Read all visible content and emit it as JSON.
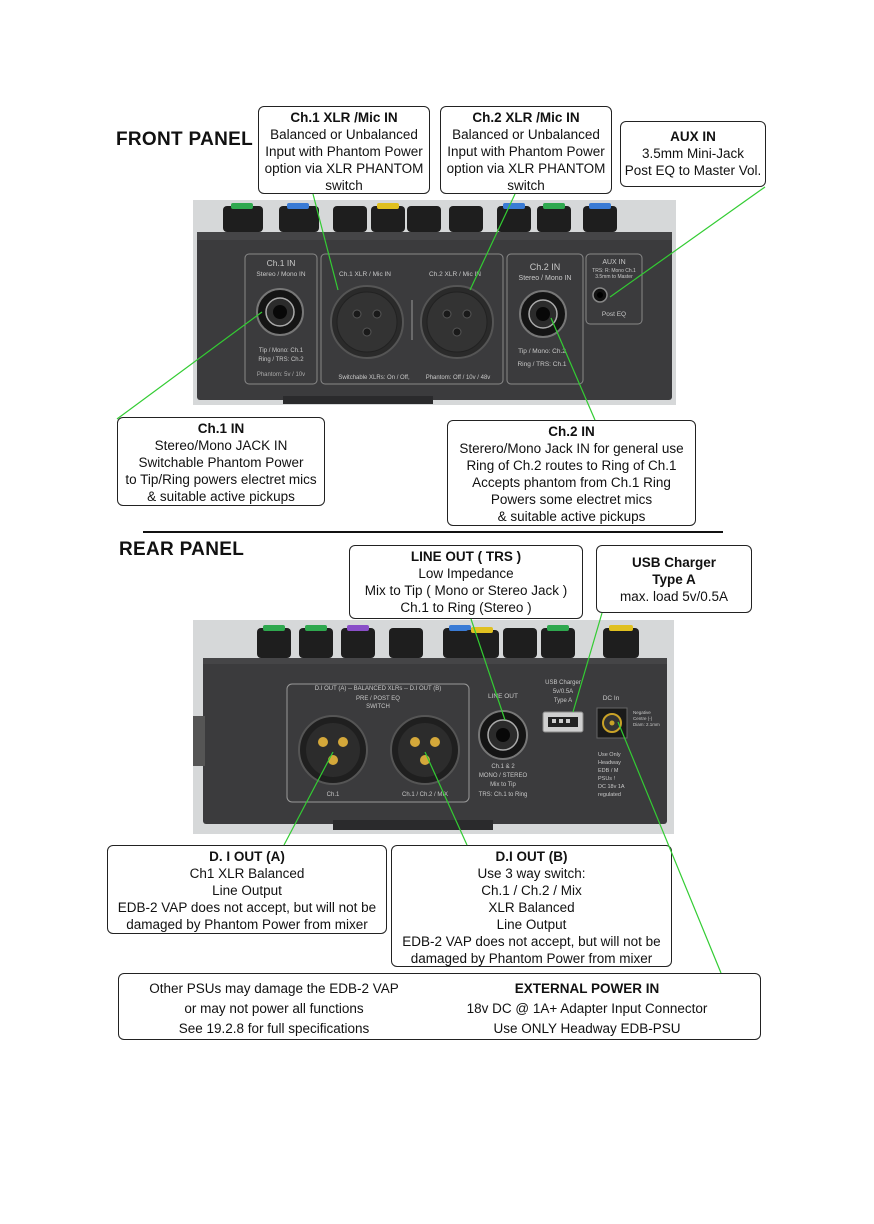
{
  "front": {
    "heading": "FRONT PANEL",
    "callouts": {
      "ch1xlr": {
        "title": "Ch.1 XLR /Mic IN",
        "lines": [
          "Balanced or Unbalanced",
          "Input with Phantom Power",
          "option via XLR PHANTOM",
          "switch"
        ]
      },
      "ch2xlr": {
        "title": "Ch.2 XLR /Mic IN",
        "lines": [
          "Balanced or Unbalanced",
          "Input with Phantom Power",
          "option via XLR PHANTOM",
          "switch"
        ]
      },
      "aux": {
        "title": "AUX IN",
        "lines": [
          "3.5mm Mini-Jack",
          "Post EQ to Master Vol."
        ]
      },
      "ch1in": {
        "title": "Ch.1 IN",
        "lines": [
          "Stereo/Mono JACK IN",
          "Switchable Phantom Power",
          "to Tip/Ring powers electret mics",
          "& suitable active pickups"
        ]
      },
      "ch2in": {
        "title": "Ch.2 IN",
        "lines": [
          "Sterero/Mono Jack IN for general use",
          "Ring of Ch.2 routes to Ring of Ch.1",
          "Accepts phantom from Ch.1 Ring",
          "Powers some electret mics",
          "& suitable active pickups"
        ]
      }
    },
    "panel_labels": {
      "ch1_in": "Ch.1 IN",
      "ch1_in_sub": "Stereo / Mono IN",
      "ch1_tip": "Tip / Mono: Ch.1",
      "ch1_ring": "Ring / TRS: Ch.2",
      "ch1_phantom": "Phantom: 5v / 10v",
      "xlr1": "Ch.1 XLR / Mic IN",
      "xlr2": "Ch.2 XLR / Mic IN",
      "xlr_switch": "Switchable XLRs: On / Off,",
      "xlr_phantom": "Phantom: Off / 10v / 48v",
      "ch2_in": "Ch.2 IN",
      "ch2_in_sub": "Stereo / Mono IN",
      "ch2_tip": "Tip / Mono: Ch.2",
      "ch2_ring": "Ring / TRS: Ch.1",
      "aux_in": "AUX IN",
      "aux_sub1": "TRS: R: Mono Ch.1",
      "aux_sub2": "3.5mm to Master",
      "aux_post": "Post EQ"
    }
  },
  "rear": {
    "heading": "REAR PANEL",
    "callouts": {
      "lineout": {
        "title": "LINE OUT ( TRS )",
        "lines": [
          "Low Impedance",
          "Mix to Tip ( Mono or Stereo Jack )",
          "Ch.1 to Ring (Stereo )"
        ]
      },
      "usb": {
        "title": "USB Charger",
        "title2": "Type A",
        "lines": [
          "max. load 5v/0.5A"
        ]
      },
      "dia": {
        "title": "D. I OUT (A)",
        "lines": [
          "Ch1 XLR Balanced",
          "Line Output",
          "EDB-2 VAP does not accept, but will not be",
          "damaged by Phantom Power from mixer"
        ]
      },
      "dib": {
        "title": "D.I  OUT (B)",
        "lines": [
          "Use 3 way switch:",
          "Ch.1 / Ch.2 / Mix",
          "XLR Balanced",
          "Line Output",
          "EDB-2 VAP does not accept, but will not be",
          "damaged by Phantom Power from mixer"
        ]
      },
      "power_left": {
        "lines": [
          "Other PSUs may damage the EDB-2 VAP",
          "or may not power all functions",
          "See 19.2.8 for full specifications"
        ]
      },
      "power_right": {
        "title": "EXTERNAL POWER IN",
        "lines": [
          "18v DC @ 1A+  Adapter Input Connector",
          "Use ONLY Headway EDB-PSU"
        ]
      }
    },
    "panel_labels": {
      "di_header": "D.I OUT (A) -- BALANCED  XLRs -- D.I OUT (B)",
      "di_sub1": "PRE / POST EQ",
      "di_sub2": "SWITCH",
      "xlr_a": "Ch.1",
      "xlr_b": "Ch.1 / Ch.2 / MIX",
      "line_out": "LINE OUT",
      "line_sub1": "Ch.1 & 2",
      "line_sub2": "MONO / STEREO",
      "line_sub3": "Mix to Tip",
      "line_sub4": "TRS: Ch.1 to Ring",
      "usb1": "USB Charger",
      "usb2": "5v/0.5A",
      "usb3": "Type A",
      "dc_in": "DC In",
      "dc_neg": "Negative",
      "dc_centre": "Centre (-)",
      "dc_diam": "Diam: 2.1mm",
      "dc_1": "Use Only",
      "dc_2": "Headway",
      "dc_3": "EDB / M",
      "dc_4": "PSUs !",
      "dc_5": "DC 18v 1A",
      "dc_6": "regulated"
    }
  },
  "colors": {
    "leader_line": "#33cc33",
    "panel": "#3b3b3d",
    "panel_dark": "#2a2a2c",
    "backdrop": "#d6d8d9",
    "label": "#c8c8c8"
  }
}
